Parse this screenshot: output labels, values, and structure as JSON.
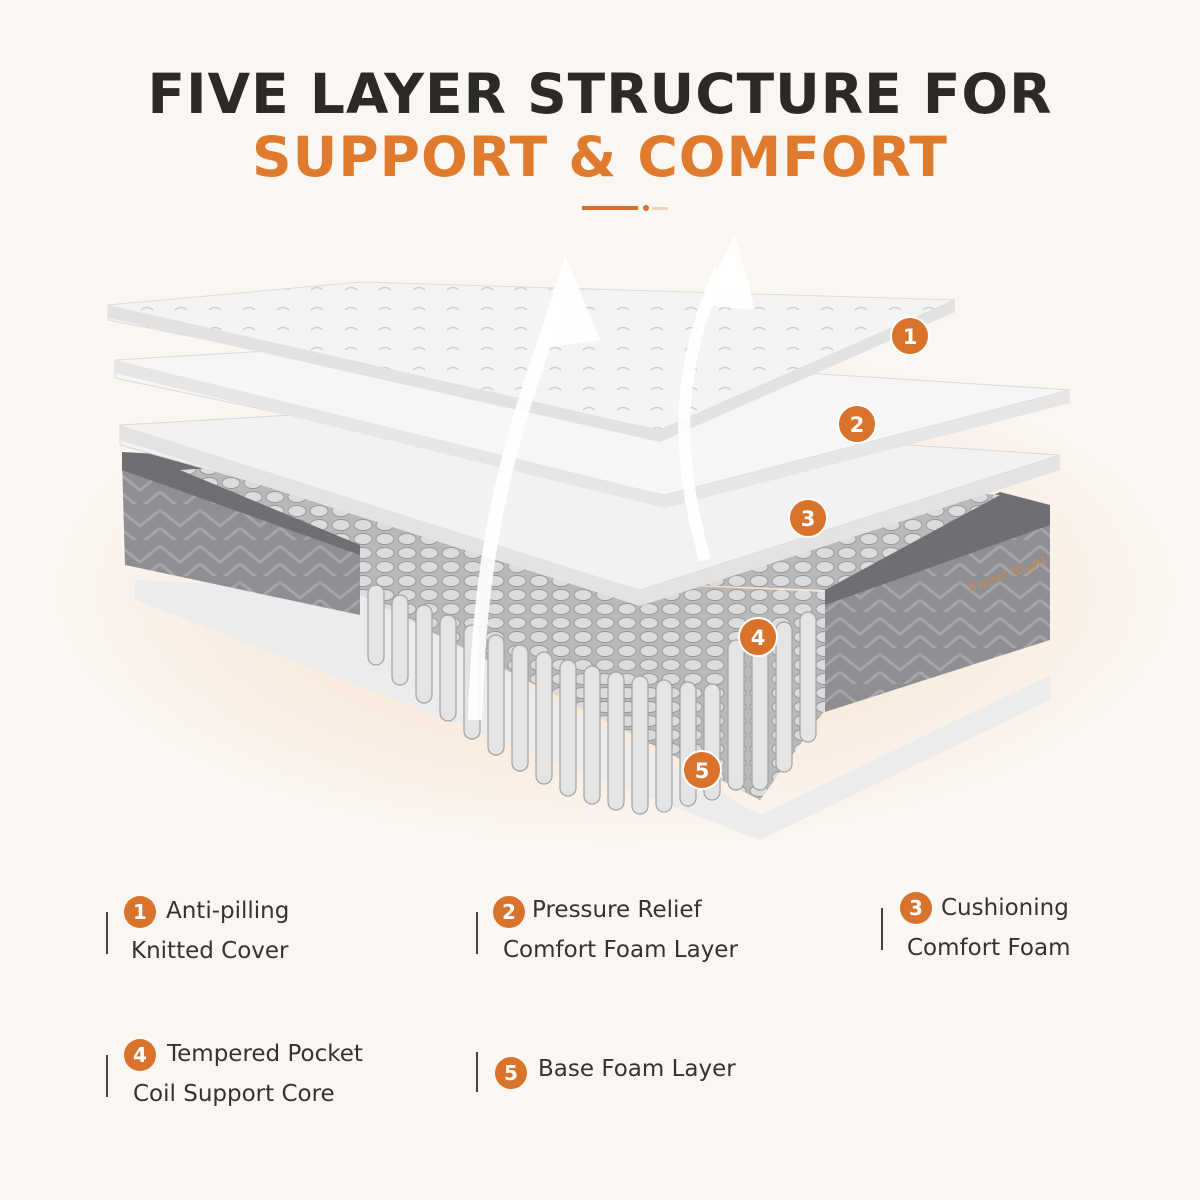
{
  "header": {
    "title_line1": "FIVE LAYER STRUCTURE FOR",
    "title_line2": "SUPPORT & COMFORT"
  },
  "colors": {
    "accent": "#e07a2c",
    "title": "#2c2a28",
    "background": "#faf7f3"
  },
  "callouts": [
    "1",
    "2",
    "3",
    "4",
    "5"
  ],
  "brand_stitch": "Sweet Night",
  "legend": [
    {
      "num": "1",
      "line1": "Anti-pilling",
      "line2": "Knitted Cover"
    },
    {
      "num": "2",
      "line1": "Pressure Relief",
      "line2": "Comfort Foam Layer"
    },
    {
      "num": "3",
      "line1": "Cushioning",
      "line2": "Comfort Foam"
    },
    {
      "num": "4",
      "line1": "Tempered Pocket",
      "line2": "Coil Support Core"
    },
    {
      "num": "5",
      "line1": "Base Foam Layer"
    }
  ]
}
